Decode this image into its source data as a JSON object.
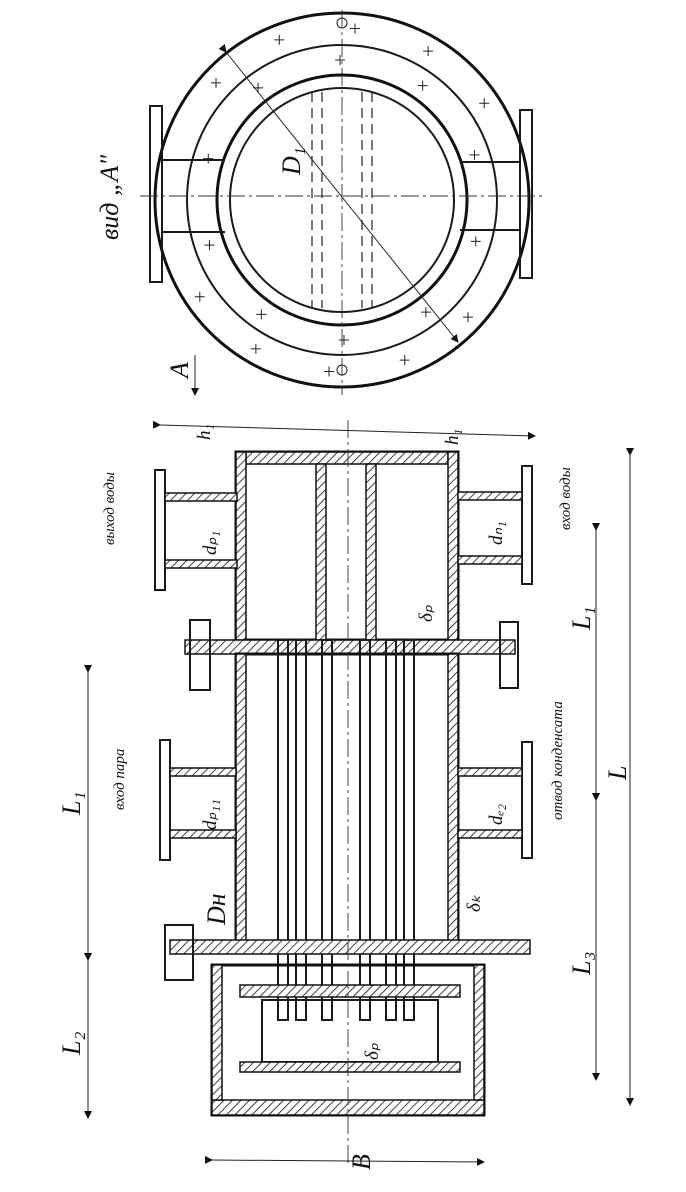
{
  "view": {
    "view_label": "вид „А\"",
    "d1_label": "D₁",
    "arrow_a_label": "А"
  },
  "labels": {
    "h1_left": "h₁",
    "h1_right": "h₁",
    "water_out": "выход воды",
    "water_in": "вход воды",
    "steam_in": "вход пара",
    "condensate_out": "отвод конденсата",
    "dp1": "dₚ₁",
    "dn1": "dₙ₁",
    "dp11": "dₚ₁₁",
    "de2": "dₑ₂",
    "delta_p_top": "δₚ",
    "delta_p_bottom": "δₚ",
    "dn": "Dн",
    "delta_k": "δₖ",
    "L1_left": "L₁",
    "L1_right": "L₁",
    "L2": "L₂",
    "L3": "L₃",
    "L": "L",
    "B": "В"
  }
}
